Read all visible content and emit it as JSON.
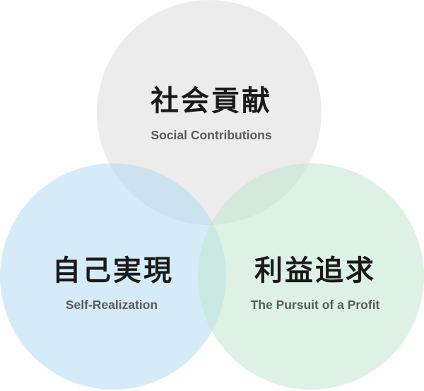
{
  "diagram": {
    "circles": [
      {
        "id": "social",
        "title": "社会貢献",
        "subtitle": "Social Contributions",
        "color": "#dcdcdc"
      },
      {
        "id": "self",
        "title": "自己実現",
        "subtitle": "Self-Realization",
        "color": "#b3daf3"
      },
      {
        "id": "profit",
        "title": "利益追求",
        "subtitle": "The Pursuit of a Profit",
        "color": "#c3e6cf"
      }
    ]
  }
}
